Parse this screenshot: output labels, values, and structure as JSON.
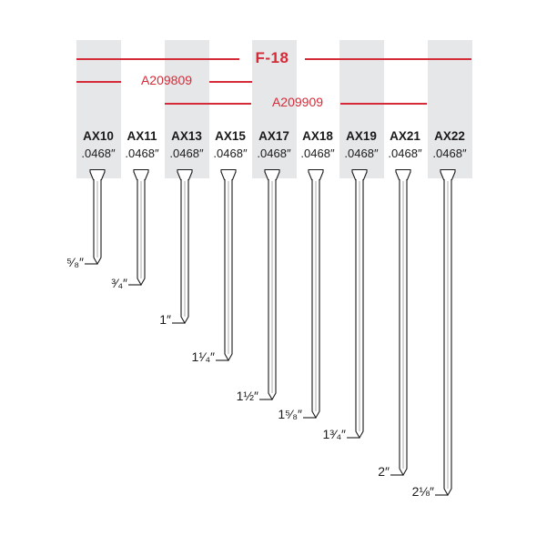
{
  "colors": {
    "accent_red": "#d52b38",
    "column_gray": "#e6e7e9",
    "ink": "#1a1a1a"
  },
  "compatibility": {
    "tool_main": {
      "label": "F-18",
      "range": [
        "AX10",
        "AX22"
      ]
    },
    "tool_a": {
      "label": "A209809",
      "range": [
        "AX10",
        "AX13"
      ]
    },
    "tool_b": {
      "label": "A209909",
      "range": [
        "AX13",
        "AX21"
      ]
    }
  },
  "nails": [
    {
      "model": "AX10",
      "gauge": ".0468″",
      "length": "5⁄8″",
      "length_display": "⁵⁄₈″"
    },
    {
      "model": "AX11",
      "gauge": ".0468″",
      "length": "3⁄4″",
      "length_display": "³⁄₄″"
    },
    {
      "model": "AX13",
      "gauge": ".0468″",
      "length": "1″",
      "length_display": "1″"
    },
    {
      "model": "AX15",
      "gauge": ".0468″",
      "length": "1 1⁄4″",
      "length_display": "1¹⁄₄″"
    },
    {
      "model": "AX17",
      "gauge": ".0468″",
      "length": "1 1⁄2″",
      "length_display": "1½″"
    },
    {
      "model": "AX18",
      "gauge": ".0468″",
      "length": "1 5⁄8″",
      "length_display": "1⁵⁄₈″"
    },
    {
      "model": "AX19",
      "gauge": ".0468″",
      "length": "1 3⁄4″",
      "length_display": "1³⁄₄″"
    },
    {
      "model": "AX21",
      "gauge": ".0468″",
      "length": "2″",
      "length_display": "2″"
    },
    {
      "model": "AX22",
      "gauge": ".0468″",
      "length": "2 1⁄8″",
      "length_display": "2⅛″"
    }
  ]
}
